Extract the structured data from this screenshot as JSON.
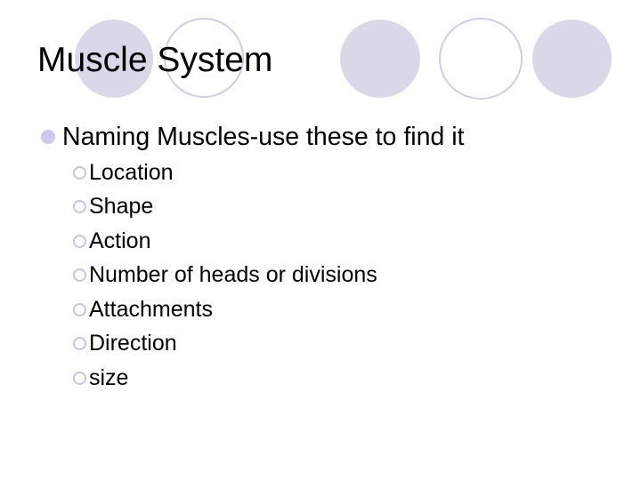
{
  "slide": {
    "title": "Muscle System",
    "bullet_label": "Naming Muscles-use these to find it",
    "sub_bullets": [
      "Location",
      "Shape",
      "Action",
      "Number of heads or divisions",
      "Attachments",
      "Direction",
      "size"
    ],
    "decoration": {
      "circle_pattern": [
        "filled",
        "outlined",
        "filled",
        "outlined",
        "filled"
      ]
    },
    "colors": {
      "background": "#ffffff",
      "text": "#000000",
      "circle_fill": "#d8d8e9",
      "circle_outline": "#cfcfe2",
      "bullet_fill": "#c9c9ec",
      "sub_bullet_ring": "#c5c5e0"
    }
  }
}
